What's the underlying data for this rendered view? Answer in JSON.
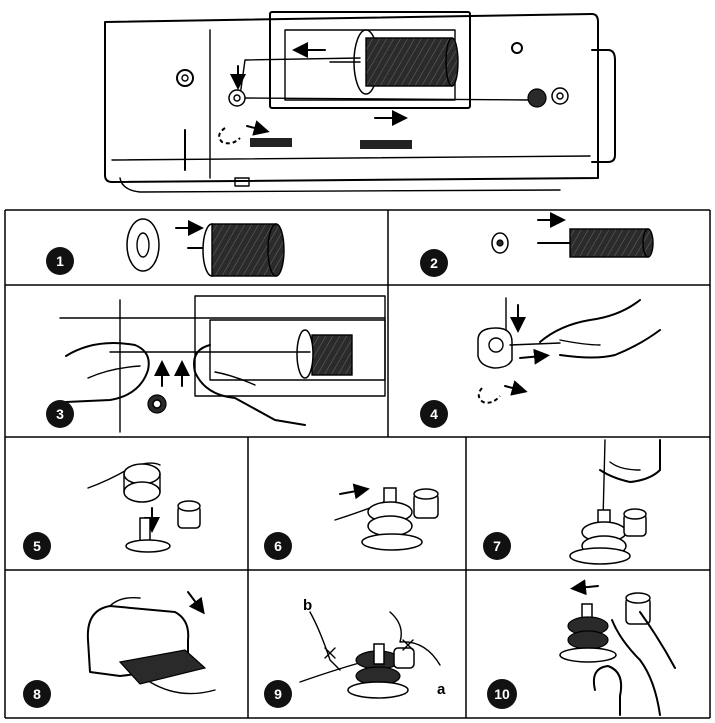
{
  "steps": [
    {
      "number": "1"
    },
    {
      "number": "2"
    },
    {
      "number": "3"
    },
    {
      "number": "4"
    },
    {
      "number": "5"
    },
    {
      "number": "6"
    },
    {
      "number": "7"
    },
    {
      "number": "8"
    },
    {
      "number": "9"
    },
    {
      "number": "10"
    }
  ],
  "labels": {
    "a": "a",
    "b": "b"
  },
  "colors": {
    "ink": "#000000",
    "thread": "#2a2a2a",
    "background": "#ffffff"
  }
}
